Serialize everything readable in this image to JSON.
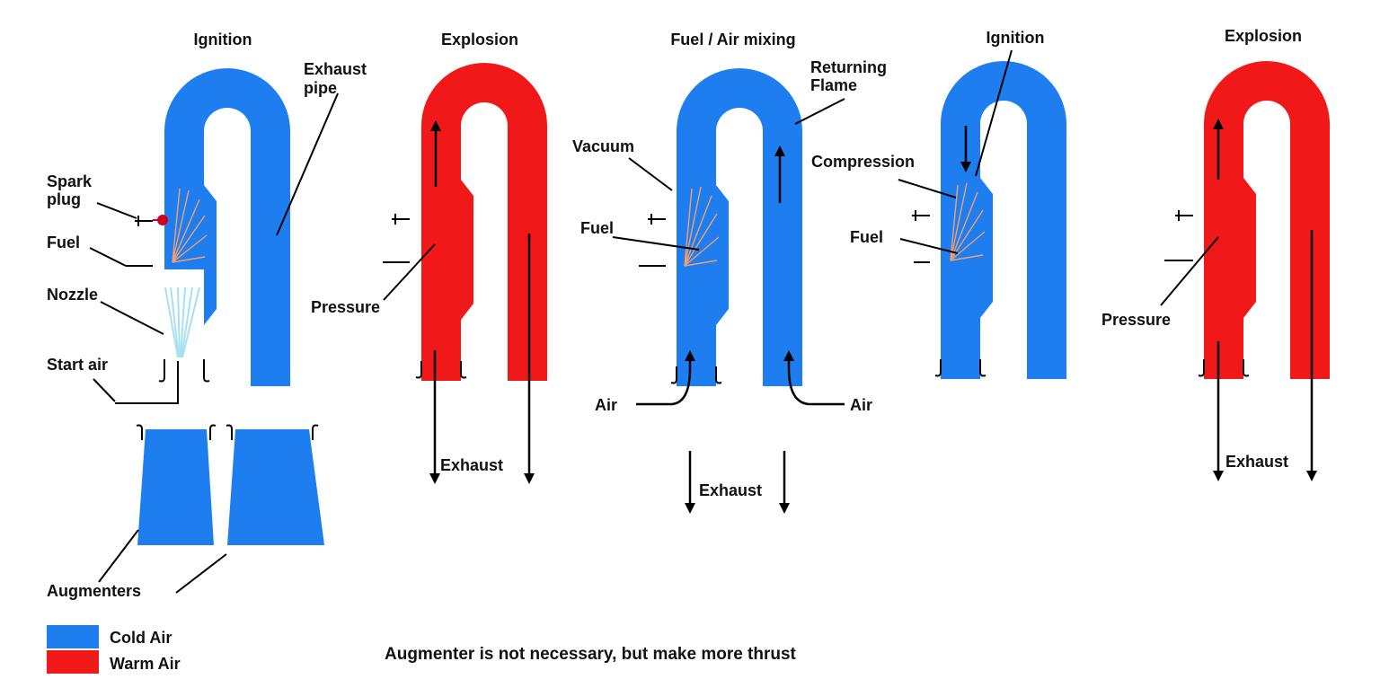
{
  "colors": {
    "cold_air": "#1e7ef0",
    "warm_air": "#f01818",
    "spray": "#f0a070",
    "nozzle_spray": "#a8e0f0",
    "spark": "#d00020"
  },
  "icons": [
    "arrow-up-icon",
    "arrow-down-icon",
    "curved-arrow-icon"
  ],
  "stages": {
    "s1": {
      "title": "Ignition"
    },
    "s2": {
      "title": "Explosion"
    },
    "s3": {
      "title": "Fuel / Air mixing"
    },
    "s4": {
      "title": "Ignition"
    },
    "s5": {
      "title": "Explosion"
    }
  },
  "labels": {
    "exhaust_pipe": [
      "Exhaust",
      "pipe"
    ],
    "spark_plug": [
      "Spark",
      "plug"
    ],
    "fuel_1": "Fuel",
    "nozzle": "Nozzle",
    "start_air": "Start air",
    "augmenters": "Augmenters",
    "pressure_2": "Pressure",
    "exhaust_2": "Exhaust",
    "returning_flame": [
      "Returning",
      "Flame"
    ],
    "vacuum": "Vacuum",
    "fuel_3": "Fuel",
    "air_left": "Air",
    "air_right": "Air",
    "exhaust_3": "Exhaust",
    "ignition_4": "Ignition",
    "compression": "Compression",
    "fuel_4": "Fuel",
    "pressure_5": "Pressure",
    "exhaust_5": "Exhaust"
  },
  "legend": {
    "cold": "Cold Air",
    "warm": "Warm Air"
  },
  "caption": "Augmenter is not necessary, but make more thrust"
}
